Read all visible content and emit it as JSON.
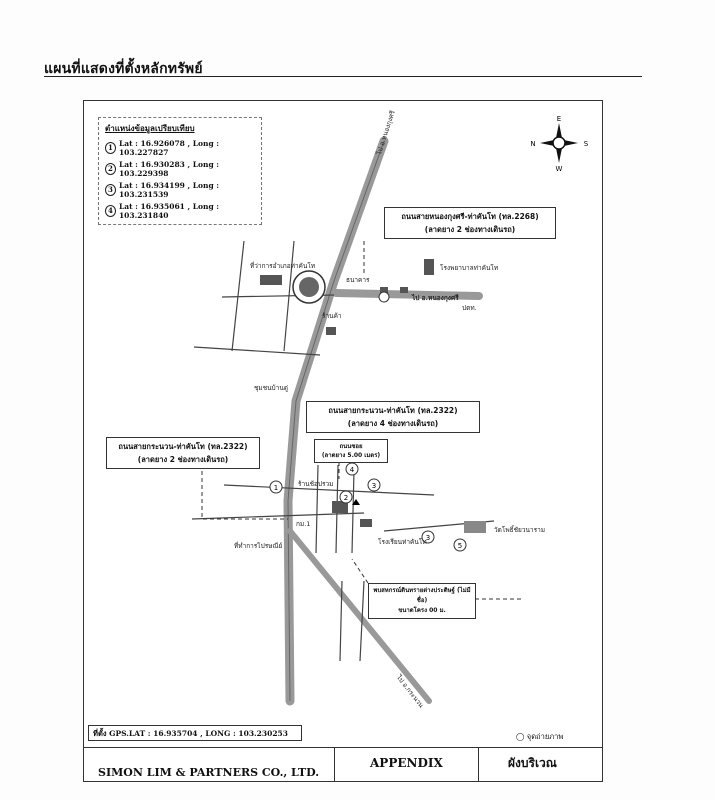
{
  "page_title": "แผนที่แสดงที่ตั้งหลักทรัพย์",
  "coords": {
    "heading": "ตำแหน่งข้อมูลเปรียบเทียบ",
    "items": [
      {
        "n": "1",
        "text": "Lat : 16.926078 , Long : 103.227827"
      },
      {
        "n": "2",
        "text": "Lat : 16.930283 , Long : 103.229398"
      },
      {
        "n": "3",
        "text": "Lat : 16.934199 , Long : 103.231539"
      },
      {
        "n": "4",
        "text": "Lat : 16.935061 , Long : 103.231840"
      }
    ]
  },
  "compass": {
    "n": "E",
    "w": "N",
    "e": "S",
    "s": "W"
  },
  "callouts": {
    "road_2268_line1": "ถนนสายหนองกุงศรี-ท่าคันโท (ทล.2268)",
    "road_2268_line2": "(ลาดยาง 2 ช่องทางเดินรถ)",
    "road_2322_4_line1": "ถนนสายกระนวน-ท่าคันโท (ทล.2322)",
    "road_2322_4_line2": "(ลาดยาง 4 ช่องทางเดินรถ)",
    "road_2322_2_line1": "ถนนสายกระนวน-ท่าคันโท (ทล.2322)",
    "road_2322_2_line2": "(ลาดยาง 2 ช่องทางเดินรถ)",
    "soi_line1": "ถนนซอย",
    "soi_line2": "(ลาดยาง 5.00 เมตร)",
    "property_line1": "พบสหกรณ์ดินทรายต่างประดิษฐ์ (ไม่มีชื่อ)",
    "property_line2": "ขนาดโครง 00 ม."
  },
  "labels": {
    "road_north": "ไป อ.หนองกุงศรี",
    "road_east": "ไป อ.หนองกุงศรี",
    "road_south": "ไป อ.กระนวน",
    "hospital": "โรงพยาบาลท่าคันโท",
    "school": "โรงเรียนท่าคันโท",
    "market": "ร้านช้อปรวม",
    "temple": "วัดโพธิ์ชัยวนาราม",
    "police": "ที่ทำการไปรษณีย์",
    "office": "ที่ว่าการอำเภอท่าคันโท",
    "bank": "ธนาคาร",
    "ptt": "ปตท.",
    "km1": "กม.1",
    "shop": "ร้านค้า",
    "village": "ชุมชนบ้านดู่"
  },
  "gps_text": "ที่ตั้ง GPS.LAT : 16.935704 , LONG : 103.230253",
  "legend_text": "จุดถ่ายภาพ",
  "footer": {
    "company": "SIMON LIM & PARTNERS CO., LTD.",
    "appendix": "APPENDIX",
    "plan": "ผังบริเวณ"
  }
}
